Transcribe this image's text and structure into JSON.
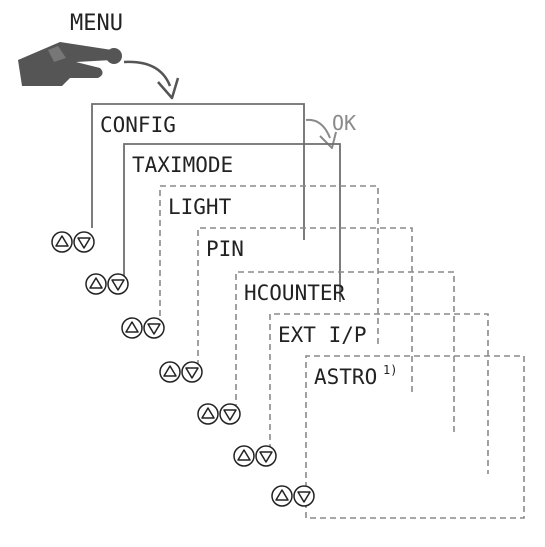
{
  "menu": {
    "label": "MENU"
  },
  "ok": {
    "label": "OK"
  },
  "screens": [
    {
      "label": "CONFIG",
      "border": "solid"
    },
    {
      "label": "TAXIMODE",
      "border": "solid"
    },
    {
      "label": "LIGHT",
      "border": "dashed"
    },
    {
      "label": "PIN",
      "border": "dashed"
    },
    {
      "label": "HCOUNTER",
      "border": "dashed"
    },
    {
      "label": "EXT I/P",
      "border": "dashed"
    },
    {
      "label": "ASTRO",
      "footnote": "1)",
      "border": "dashed"
    }
  ],
  "icons": {
    "hand": "pointing-hand-icon",
    "up": "up-arrow-button-icon",
    "down": "down-arrow-button-icon"
  },
  "colors": {
    "stroke": "#8a8a8a",
    "ink": "#222222",
    "hand": "#555555"
  }
}
